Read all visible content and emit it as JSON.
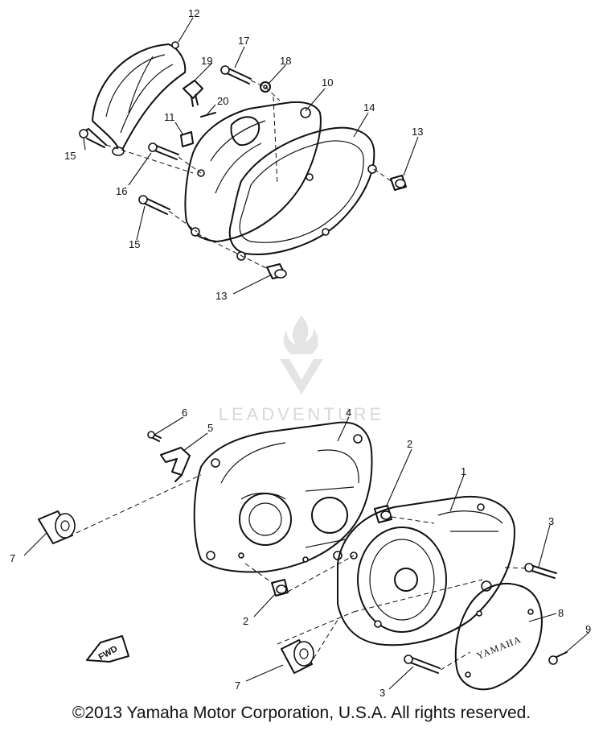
{
  "watermark": "LEADVENTURE",
  "copyright": "©2013 Yamaha Motor Corporation, U.S.A. All rights reserved.",
  "cover_logo": "YAMAHA",
  "fwd_mark": "FWD",
  "callouts": {
    "c1": "1",
    "c2a": "2",
    "c2b": "2",
    "c3a": "3",
    "c3b": "3",
    "c4": "4",
    "c5": "5",
    "c6": "6",
    "c7a": "7",
    "c7b": "7",
    "c8": "8",
    "c9": "9",
    "c10": "10",
    "c11": "11",
    "c12": "12",
    "c13a": "13",
    "c13b": "13",
    "c14": "14",
    "c15a": "15",
    "c15b": "15",
    "c16": "16",
    "c17": "17",
    "c18": "18",
    "c19": "19",
    "c20": "20"
  }
}
